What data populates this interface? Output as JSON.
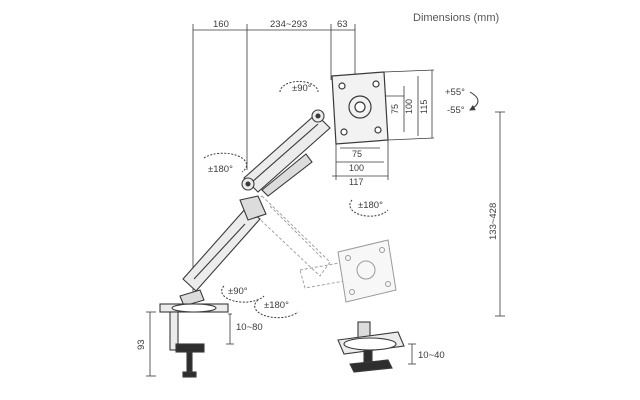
{
  "title": "Dimensions (mm)",
  "dimensions": {
    "top_left": "160",
    "top_mid": "234~293",
    "top_right": "63",
    "vesa_w1": "75",
    "vesa_w2": "100",
    "vesa_w3": "117",
    "vesa_h1": "75",
    "vesa_h2": "100",
    "vesa_h3": "115",
    "height_range": "133~428",
    "clamp_height": "93",
    "clamp_range": "10~80",
    "grommet_range": "10~40"
  },
  "rotations": {
    "head_rotate": "±90°",
    "tilt_up": "+55°",
    "tilt_down": "-55°",
    "elbow_rotate": "±180°",
    "monitor_rotate": "±180°",
    "base_rotate": "±90°",
    "lower_rotate": "±180°"
  },
  "colors": {
    "line": "#3a3a3a",
    "ghost": "#9a9a9a",
    "arm_fill": "#ececec",
    "dark": "#2e2e2e"
  }
}
